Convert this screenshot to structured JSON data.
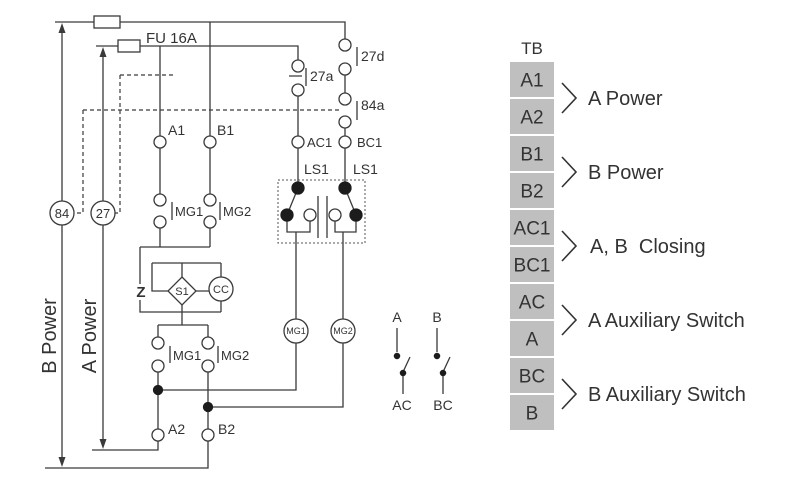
{
  "schematic": {
    "fuse_label": "FU 16A",
    "b_power": "B Power",
    "a_power": "A Power",
    "relay_84": "84",
    "relay_27": "27",
    "contact_27d": "27d",
    "contact_27a": "27a",
    "contact_84a": "84a",
    "terminal_a1": "A1",
    "terminal_b1": "B1",
    "terminal_ac1": "AC1",
    "terminal_bc1": "BC1",
    "terminal_a2": "A2",
    "terminal_b2": "B2",
    "limit_switches": [
      "LS1",
      "LS1"
    ],
    "mg_contacts_upper": [
      "MG1",
      "MG2"
    ],
    "mg_contacts_lower": [
      "MG1",
      "MG2"
    ],
    "coils": [
      "MG1",
      "MG2"
    ],
    "z_label": "Z",
    "s1_label": "S1",
    "cc_label": "CC"
  },
  "aux_switches": [
    {
      "top": "A",
      "bottom": "AC"
    },
    {
      "top": "B",
      "bottom": "BC"
    }
  ],
  "terminal_block": {
    "title": "TB",
    "fill_color": "#bfbfbf",
    "groups": [
      {
        "terminals": [
          "A1",
          "A2"
        ],
        "label": "A Power"
      },
      {
        "terminals": [
          "B1",
          "B2"
        ],
        "label": "B Power"
      },
      {
        "terminals": [
          "AC1",
          "BC1"
        ],
        "label": "A, B  Closing"
      },
      {
        "terminals": [
          "AC",
          "A"
        ],
        "label": "A Auxiliary Switch"
      },
      {
        "terminals": [
          "BC",
          "B"
        ],
        "label": "B Auxiliary Switch"
      }
    ]
  }
}
